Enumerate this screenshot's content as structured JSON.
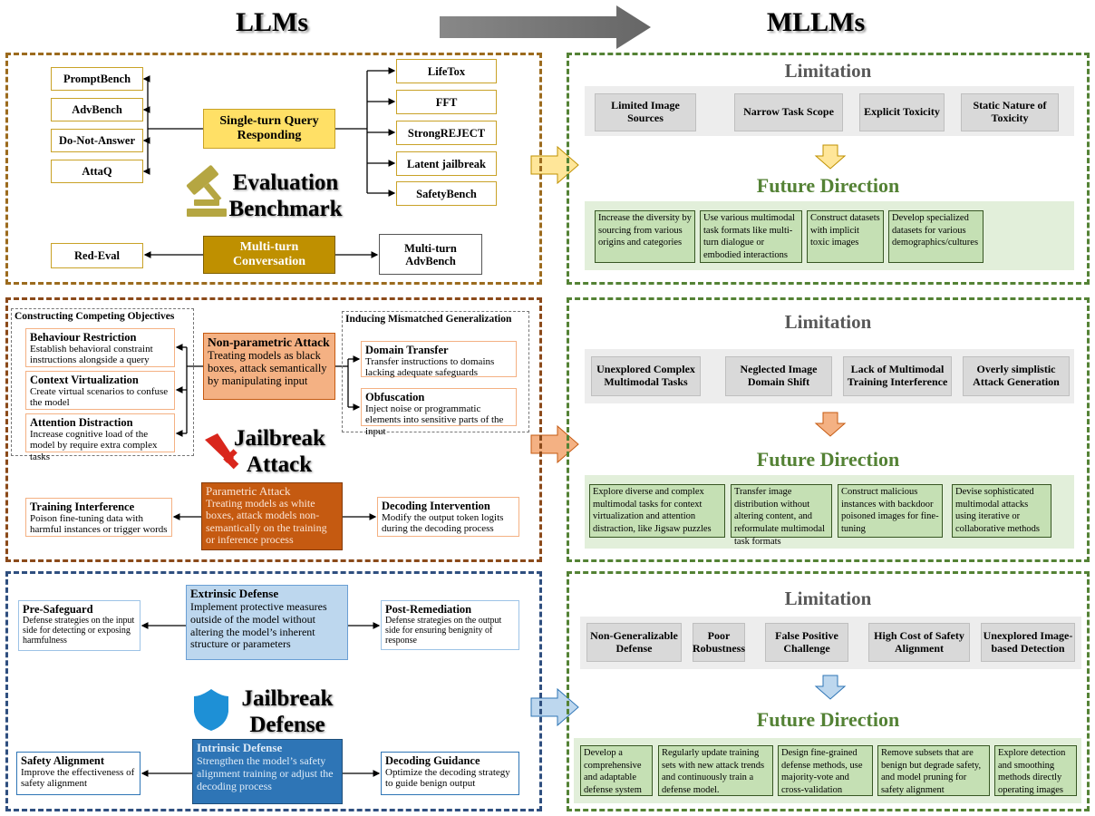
{
  "header": {
    "left": "LLMs",
    "right": "MLLMs"
  },
  "colors": {
    "evaluation": "#c9a227",
    "attack": "#c55a11",
    "defense": "#2e75b6",
    "mllm": "#548235"
  },
  "evaluation": {
    "left_items": [
      "PromptBench",
      "AdvBench",
      "Do-Not-Answer",
      "AttaQ"
    ],
    "center": "Single-turn Query Responding",
    "right_items": [
      "LifeTox",
      "FFT",
      "StrongREJECT",
      "Latent jailbreak",
      "SafetyBench"
    ],
    "title_line1": "Evaluation",
    "title_line2": "Benchmark",
    "multi_left": "Red-Eval",
    "multi_center": "Multi-turn Conversation",
    "multi_right": "Multi-turn AdvBench"
  },
  "attack": {
    "competing_title": "Constructing Competing Objectives",
    "competing": [
      {
        "title": "Behaviour Restriction",
        "desc": "Establish behavioral constraint instructions alongside a query"
      },
      {
        "title": "Context Virtualization",
        "desc": "Create virtual scenarios to confuse the model"
      },
      {
        "title": "Attention Distraction",
        "desc": "Increase cognitive load of the model by require extra complex tasks"
      }
    ],
    "nonparam": {
      "title": "Non-parametric Attack",
      "desc": "Treating models as black boxes, attack semantically by manipulating input"
    },
    "mismatch_title": "Inducing Mismatched Generalization",
    "mismatch": [
      {
        "title": "Domain Transfer",
        "desc": "Transfer instructions to domains lacking adequate safeguards"
      },
      {
        "title": "Obfuscation",
        "desc": "Inject noise or programmatic elements into sensitive parts of the input"
      }
    ],
    "title_line1": "Jailbreak",
    "title_line2": "Attack",
    "param": {
      "title": "Parametric Attack",
      "desc": "Treating models as white boxes, attack models non-semantically on the training or inference process"
    },
    "training": {
      "title": "Training Interference",
      "desc": "Poison fine-tuning data with harmful instances or trigger words"
    },
    "decoding": {
      "title": "Decoding Intervention",
      "desc": "Modify the output token logits during the decoding process"
    }
  },
  "defense": {
    "extrinsic": {
      "title": "Extrinsic Defense",
      "desc": "Implement protective measures outside of the model without altering the model’s inherent structure or parameters"
    },
    "pre": {
      "title": "Pre-Safeguard",
      "desc": "Defense strategies on the input side for detecting or exposing harmfulness"
    },
    "post": {
      "title": "Post-Remediation",
      "desc": "Defense strategies on the output side for ensuring benignity of response"
    },
    "title_line1": "Jailbreak",
    "title_line2": "Defense",
    "intrinsic": {
      "title": "Intrinsic Defense",
      "desc": "Strengthen the model’s safety alignment training or adjust the decoding process"
    },
    "safety": {
      "title": "Safety Alignment",
      "desc": "Improve the effectiveness of safety alignment"
    },
    "guidance": {
      "title": "Decoding Guidance",
      "desc": "Optimize the decoding strategy to guide benign output"
    }
  },
  "mllm": {
    "limitation_label": "Limitation",
    "future_label": "Future Direction",
    "evaluation": {
      "limitations": [
        "Limited Image Sources",
        "Narrow Task Scope",
        "Explicit Toxicity",
        "Static Nature of Toxicity"
      ],
      "future": [
        "Increase the diversity by sourcing from various origins and categories",
        "Use various multimodal task formats like multi-turn dialogue or embodied interactions",
        "Construct datasets with implicit toxic images",
        "Develop specialized datasets for various demographics/cultures"
      ]
    },
    "attack": {
      "limitations": [
        "Unexplored Complex Multimodal Tasks",
        "Neglected Image Domain Shift",
        "Lack of Multimodal Training Interference",
        "Overly simplistic Attack Generation"
      ],
      "future": [
        "Explore diverse and complex multimodal tasks for context virtualization and attention distraction, like Jigsaw puzzles",
        "Transfer image distribution without altering content, and reformulate multimodal task formats",
        "Construct malicious instances with backdoor poisoned images for fine-tuning",
        "Devise sophisticated multimodal attacks using iterative or collaborative methods"
      ]
    },
    "defense": {
      "limitations": [
        "Non-Generalizable Defense",
        "Poor Robustness",
        "False Positive Challenge",
        "High Cost of Safety Alignment",
        "Unexplored Image-based Detection"
      ],
      "future": [
        "Develop a comprehensive and adaptable defense system",
        "Regularly update training sets with new attack trends and continuously train a defense model.",
        "Design fine-grained defense methods, use majority-vote and cross-validation",
        "Remove subsets that are benign but degrade safety, and model pruning for safety alignment",
        "Explore detection and smoothing methods directly operating images"
      ]
    }
  }
}
